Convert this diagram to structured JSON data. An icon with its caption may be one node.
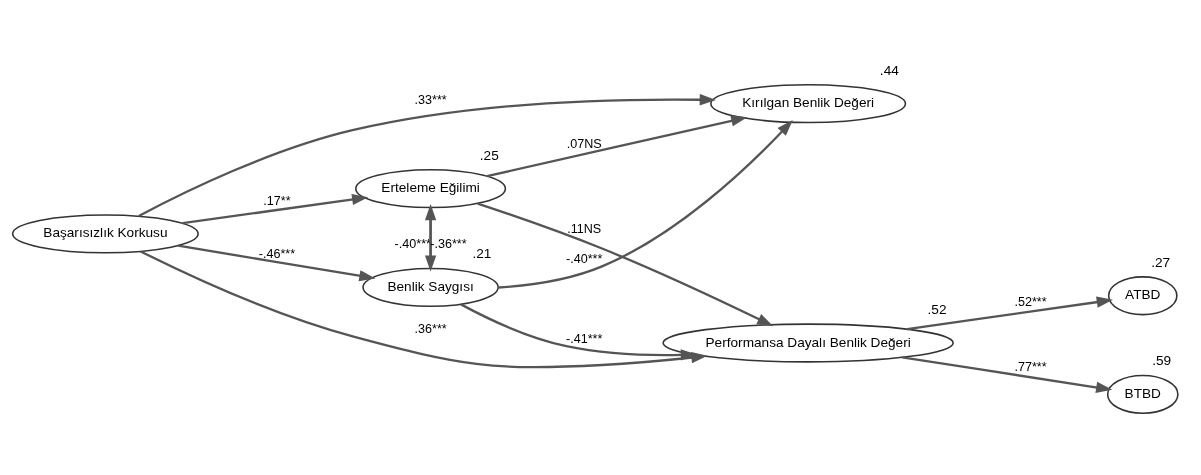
{
  "diagram": {
    "nodes": [
      {
        "text": [
          "Başarısızlık Korkusu"
        ]
      },
      {
        "text": [
          "Benlik Saygısı"
        ],
        "beside": [
          ".21"
        ]
      },
      {
        "text": [
          "Erteleme Eğilimi"
        ],
        "beside": [
          ".25"
        ]
      },
      {
        "text": [
          "Kırılgan Benlik Değeri"
        ],
        "beside": [
          ".44"
        ]
      },
      {
        "text": [
          "Performansa Dayalı Benlik Değeri"
        ],
        "beside": [
          ".52"
        ]
      },
      {
        "text": [
          "ATBD"
        ],
        "beside": [
          ".27"
        ]
      },
      {
        "text": [
          "BTBD"
        ],
        "beside": [
          ".59"
        ]
      }
    ],
    "edges": [
      {
        "from": 0,
        "to": 1,
        "arrow": "to",
        "label": "-.46***"
      },
      {
        "from": 0,
        "to": 3,
        "arrow": "to",
        "label": ".33***"
      },
      {
        "from": 0,
        "to": 4,
        "arrow": "to",
        "label": ".36***"
      },
      {
        "from": 0,
        "to": 2,
        "arrow": "to",
        "label": ".17**"
      },
      {
        "from": 1,
        "to": 2,
        "arrow": "to",
        "label": "-.40***"
      },
      {
        "from": 2,
        "to": 1,
        "arrow": "to",
        "label": "-.36***"
      },
      {
        "from": 1,
        "to": 3,
        "arrow": "to",
        "label": "-.40***"
      },
      {
        "from": 1,
        "to": 4,
        "arrow": "to",
        "label": "-.41***"
      },
      {
        "from": 2,
        "to": 3,
        "arrow": "to",
        "label": ".07NS"
      },
      {
        "from": 2,
        "to": 4,
        "arrow": "to",
        "label": ".11NS"
      },
      {
        "from": 4,
        "to": 5,
        "arrow": "to",
        "label": ".52***"
      },
      {
        "from": 4,
        "to": 6,
        "arrow": "to",
        "label": ".77***"
      }
    ]
  }
}
